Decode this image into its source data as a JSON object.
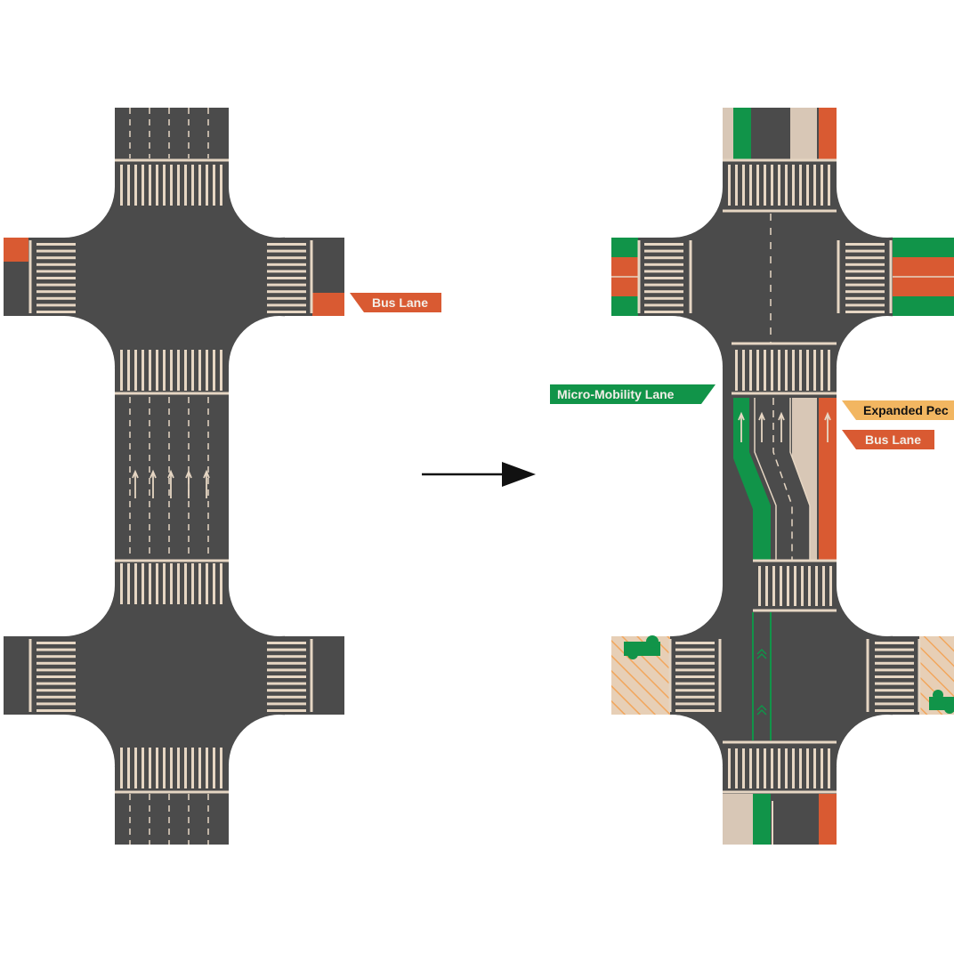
{
  "colors": {
    "background": "#ffffff",
    "asphalt": "#4b4b4b",
    "marking": "#e6d6c3",
    "sidewalk": "#d8c7b6",
    "bus_lane": "#d95a32",
    "micro_mobility": "#119449",
    "pedestrian_tag": "#f2b661",
    "label_dark": "#111111",
    "label_light": "#f3efe8",
    "arrow": "#111111"
  },
  "icons": {
    "transition_arrow": "right-arrow-icon",
    "lane_arrows": "up-arrow-icon",
    "bike_chevrons": "double-chevron-up-icon",
    "street_trees": "tree-icon"
  },
  "labels": {
    "before_bus_lane": "Bus Lane",
    "after_micro_mobility": "Micro-Mobility Lane",
    "after_expanded_pedestrian": "Expanded Pec",
    "after_bus_lane": "Bus Lane"
  }
}
